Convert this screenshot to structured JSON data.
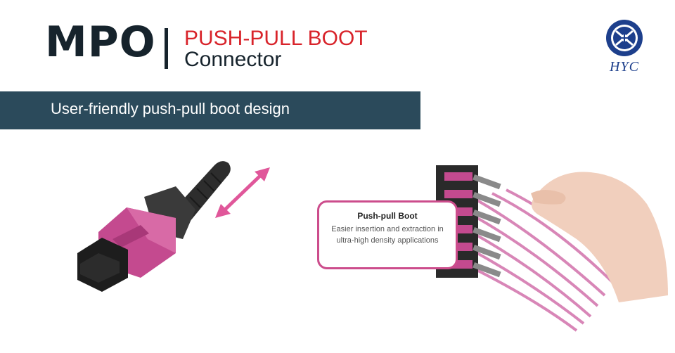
{
  "header": {
    "title": "MPO",
    "subtitle_line1": "PUSH-PULL BOOT",
    "subtitle_line2": "Connector"
  },
  "logo": {
    "text": "HYC",
    "icon": "hyc-emblem-icon"
  },
  "banner": {
    "text": "User-friendly push-pull boot design"
  },
  "callout": {
    "title": "Push-pull Boot",
    "description": "Easier insertion and extraction in ultra-high density applications"
  },
  "colors": {
    "dark": "#16232c",
    "red": "#d8232a",
    "banner": "#2b4a5b",
    "magenta": "#c44a8f",
    "brand_blue": "#1d3f8c"
  }
}
